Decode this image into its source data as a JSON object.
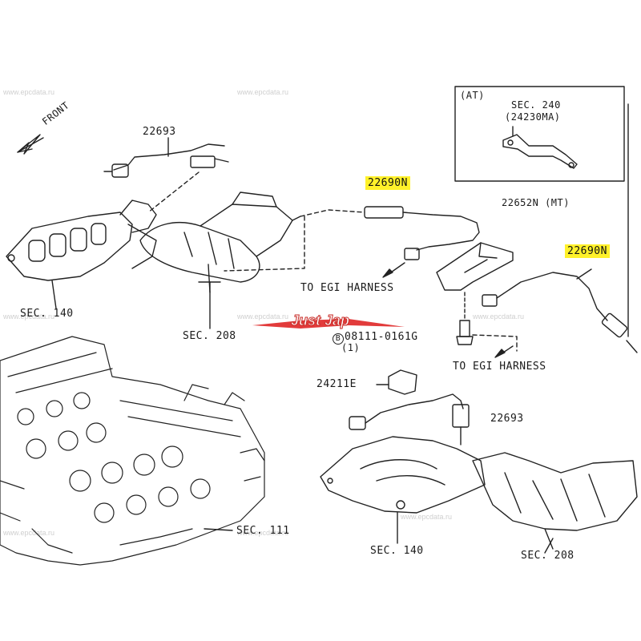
{
  "watermark_text": "www.epcdata.ru",
  "brand": {
    "text": "Just Jap",
    "color": "#e23b3b"
  },
  "highlight_color": "#fff12a",
  "front": {
    "label": "FRONT"
  },
  "inset": {
    "tag": "(AT)",
    "sec": "SEC. 240",
    "part": "(24230MA)"
  },
  "labels": {
    "p22693_top": "22693",
    "p22690n_a": "22690N",
    "p22652n": "22652N (MT)",
    "p22690n_b": "22690N",
    "to_egi_1": "TO EGI HARNESS",
    "to_egi_2": "TO EGI HARNESS",
    "sec140_left": "SEC. 140",
    "sec208_left": "SEC. 208",
    "bolt_code": "08111-0161G",
    "bolt_qty": "(1)",
    "bolt_marker": "B",
    "p24211e": "24211E",
    "p22693_bot": "22693",
    "sec111": "SEC. 111",
    "sec140_bot": "SEC. 140",
    "sec208_bot": "SEC. 208"
  }
}
